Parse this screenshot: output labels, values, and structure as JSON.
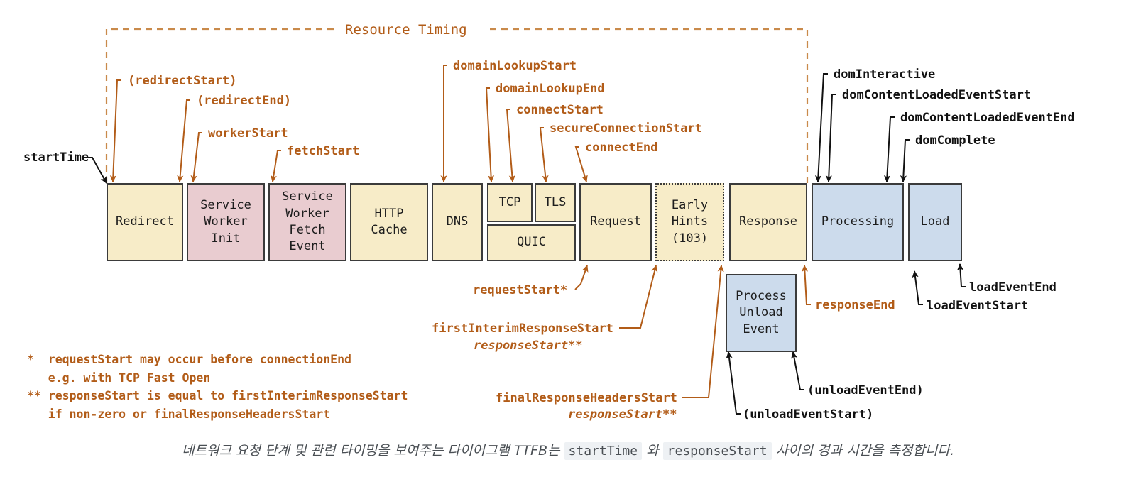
{
  "diagram": {
    "title": "Resource Timing",
    "start_label": "startTime",
    "phases": [
      {
        "id": "redirect",
        "label": "Redirect",
        "fill": "#f7ecc8"
      },
      {
        "id": "sw-init",
        "label": "Service\nWorker\nInit",
        "fill": "#e9ccd0"
      },
      {
        "id": "sw-fetch",
        "label": "Service\nWorker\nFetch\nEvent",
        "fill": "#e9ccd0"
      },
      {
        "id": "http-cache",
        "label": "HTTP\nCache",
        "fill": "#f7ecc8"
      },
      {
        "id": "dns",
        "label": "DNS",
        "fill": "#f7ecc8"
      },
      {
        "id": "tcp",
        "label": "TCP",
        "fill": "#f7ecc8"
      },
      {
        "id": "tls",
        "label": "TLS",
        "fill": "#f7ecc8"
      },
      {
        "id": "quic",
        "label": "QUIC",
        "fill": "#f7ecc8"
      },
      {
        "id": "request",
        "label": "Request",
        "fill": "#f7ecc8"
      },
      {
        "id": "early-hints",
        "label": "Early\nHints\n(103)",
        "fill": "#f7ecc8"
      },
      {
        "id": "response",
        "label": "Response",
        "fill": "#f7ecc8"
      },
      {
        "id": "processing",
        "label": "Processing",
        "fill": "#ccdbec"
      },
      {
        "id": "load",
        "label": "Load",
        "fill": "#ccdbec"
      },
      {
        "id": "process-unload",
        "label": "Process\nUnload\nEvent",
        "fill": "#ccdbec"
      }
    ],
    "markers_top_orange": [
      {
        "id": "redirect-start",
        "text": "(redirectStart)"
      },
      {
        "id": "redirect-end",
        "text": "(redirectEnd)"
      },
      {
        "id": "worker-start",
        "text": "workerStart"
      },
      {
        "id": "fetch-start",
        "text": "fetchStart"
      },
      {
        "id": "domain-lookup-start",
        "text": "domainLookupStart"
      },
      {
        "id": "domain-lookup-end",
        "text": "domainLookupEnd"
      },
      {
        "id": "connect-start",
        "text": "connectStart"
      },
      {
        "id": "secure-connection-start",
        "text": "secureConnectionStart"
      },
      {
        "id": "connect-end",
        "text": "connectEnd"
      }
    ],
    "markers_top_black": [
      {
        "id": "dom-interactive",
        "text": "domInteractive"
      },
      {
        "id": "dom-content-loaded-event-start",
        "text": "domContentLoadedEventStart"
      },
      {
        "id": "dom-content-loaded-event-end",
        "text": "domContentLoadedEventEnd"
      },
      {
        "id": "dom-complete",
        "text": "domComplete"
      }
    ],
    "markers_bottom": [
      {
        "id": "request-start",
        "text": "requestStart*",
        "color": "orange"
      },
      {
        "id": "first-interim-response-start",
        "text": "firstInterimResponseStart",
        "color": "orange"
      },
      {
        "id": "response-start-1",
        "text": "responseStart**",
        "color": "orange"
      },
      {
        "id": "final-response-headers-start",
        "text": "finalResponseHeadersStart",
        "color": "orange"
      },
      {
        "id": "response-start-2",
        "text": "responseStart**",
        "color": "orange"
      },
      {
        "id": "response-end",
        "text": "responseEnd",
        "color": "orange"
      },
      {
        "id": "unload-event-start",
        "text": "(unloadEventStart)",
        "color": "black"
      },
      {
        "id": "unload-event-end",
        "text": "(unloadEventEnd)",
        "color": "black"
      },
      {
        "id": "load-event-start",
        "text": "loadEventStart",
        "color": "black"
      },
      {
        "id": "load-event-end",
        "text": "loadEventEnd",
        "color": "black"
      }
    ],
    "footnotes": "*  requestStart may occur before connectionEnd\n   e.g. with TCP Fast Open\n** responseStart is equal to firstInterimResponseStart\n   if non-zero or finalResponseHeadersStart",
    "caption": {
      "part1": "네트워크 요청 단계 및 관련 타이밍을 보여주는 다이어그램 TTFB는 ",
      "code1": "startTime",
      "part2": " 와 ",
      "code2": "responseStart",
      "part3": " 사이의 경과 시간을 측정합니다."
    }
  },
  "colors": {
    "orange": "#b25c18",
    "black": "#111111",
    "network_fill": "#f7ecc8",
    "worker_fill": "#e9ccd0",
    "browser_fill": "#ccdbec",
    "box_stroke": "#3b3b3b",
    "bracket": "#c98a4b"
  }
}
